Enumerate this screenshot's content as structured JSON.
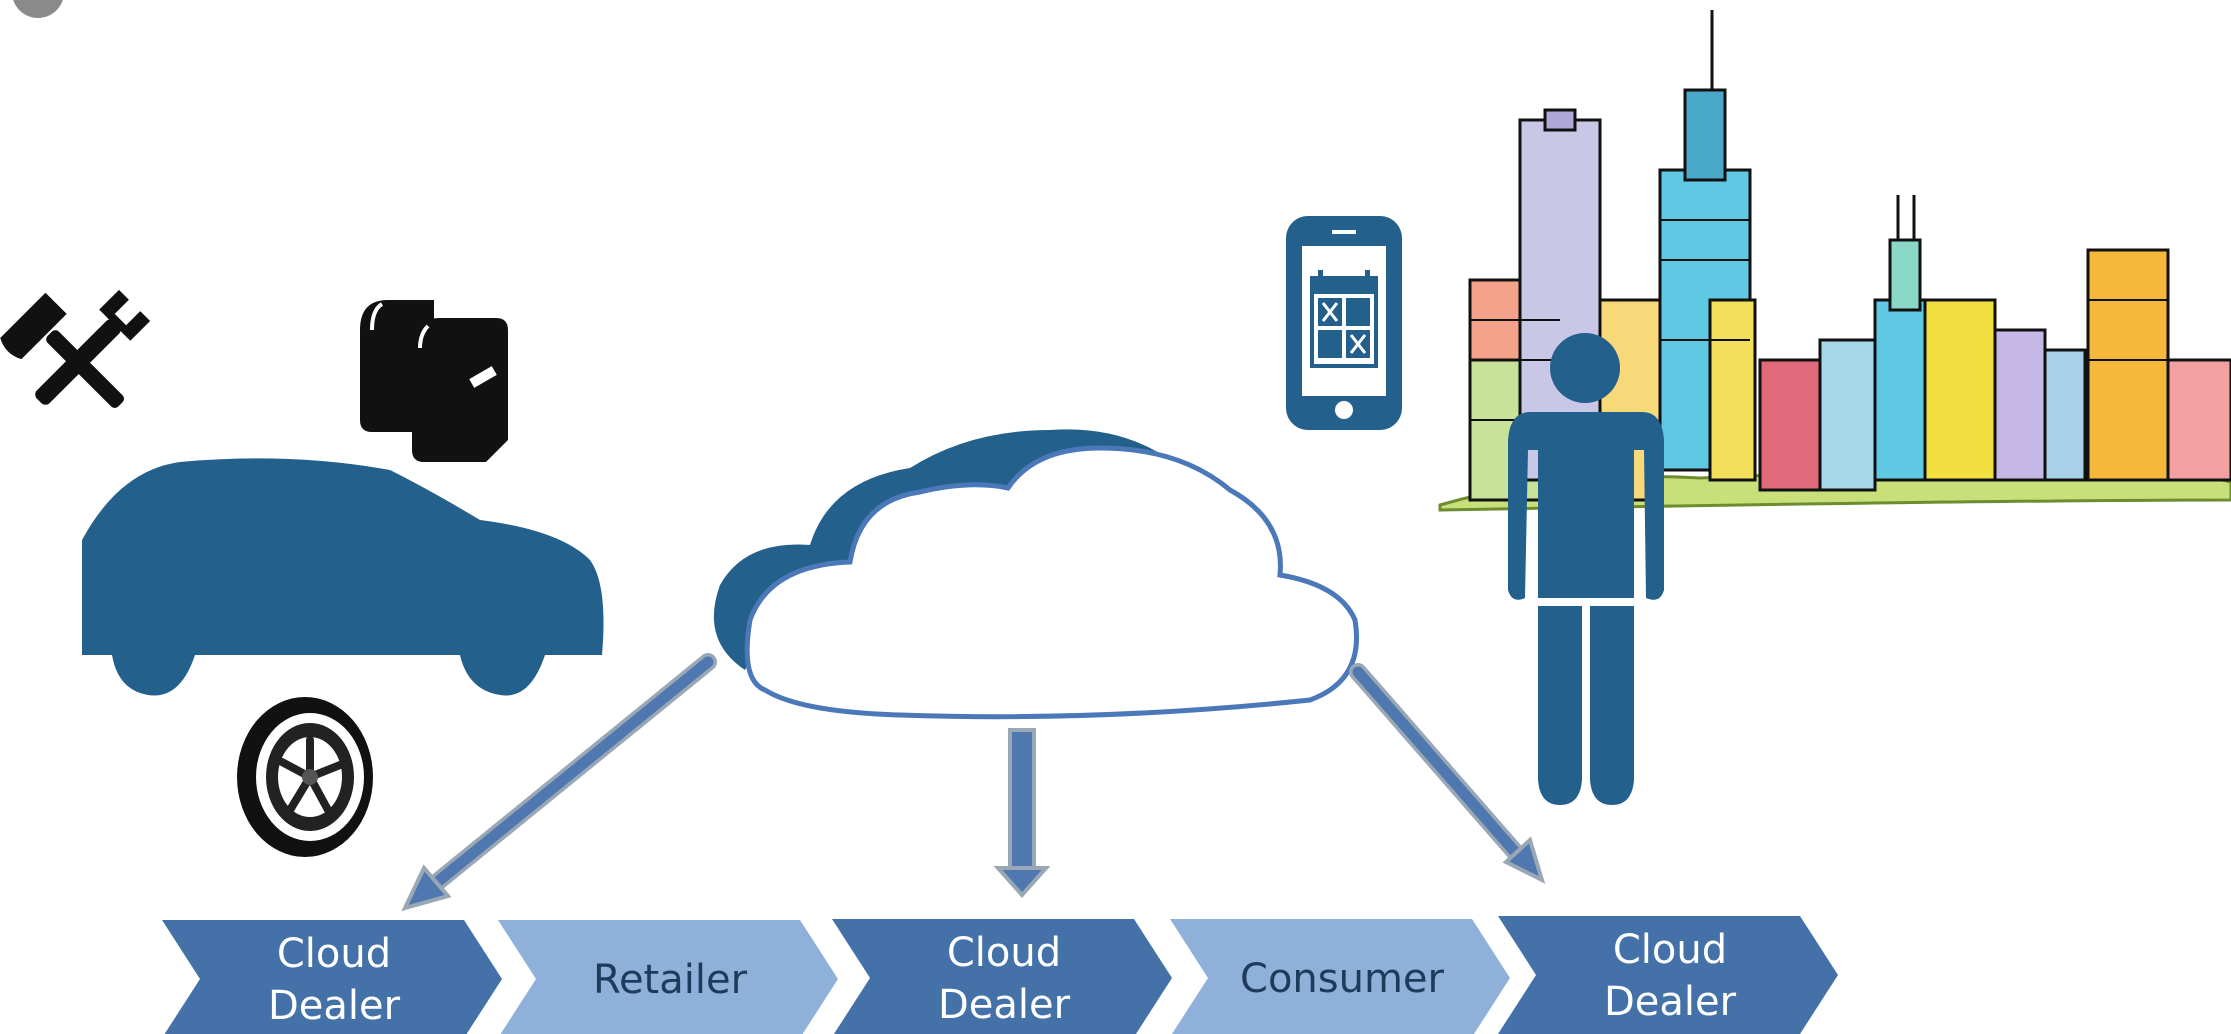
{
  "colors": {
    "dark_blue": "#24608c",
    "chevron_dark": "#4472a8",
    "chevron_light": "#8fb0d8",
    "cloud_outline": "#4a78b8",
    "arrow_fill": "#4f78b0",
    "arrow_edge": "#9aa7b5"
  },
  "process_steps": [
    {
      "lines": [
        "Cloud",
        "Dealer"
      ],
      "style": "dark"
    },
    {
      "lines": [
        "Retailer"
      ],
      "style": "light"
    },
    {
      "lines": [
        "Cloud",
        "Dealer"
      ],
      "style": "dark"
    },
    {
      "lines": [
        "Consumer"
      ],
      "style": "light"
    },
    {
      "lines": [
        "Cloud",
        "Dealer"
      ],
      "style": "dark"
    }
  ],
  "icons": {
    "tools": "wrench-hammer-icon",
    "books": "books-icon",
    "car": "car-icon",
    "tire": "tire-icon",
    "cloud": "cloud-icon",
    "phone": "smartphone-calendar-icon",
    "person": "person-icon",
    "city": "city-skyline-illustration"
  }
}
